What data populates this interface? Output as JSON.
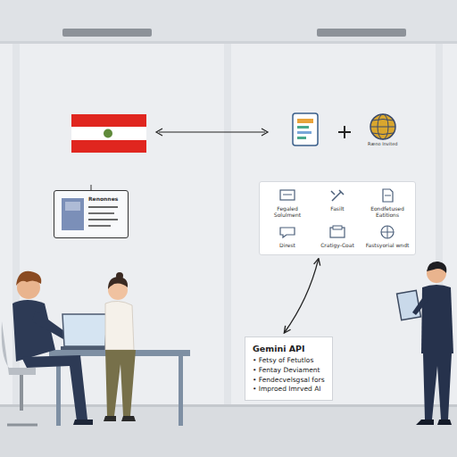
{
  "diagram": {
    "nodes": [
      {
        "text": [
          "Renonnes"
        ]
      },
      {
        "text": [
          "Fegaled Solulment",
          "Fasilt",
          "Eondfetused Eatitions",
          "Direst",
          "Cratigy-Coat",
          "Fastsyorial wndt"
        ]
      },
      {
        "text": [
          "Gemini API",
          "• Fetsy of Fetutlos",
          "• Fentay Deviament",
          "• Fendecvelsgsal fors",
          "• Improed Imrved AI"
        ]
      }
    ],
    "edges": [
      {
        "from": 1,
        "to": 2,
        "arrow": "both"
      }
    ],
    "labels": [
      "Ræno Invited"
    ]
  }
}
